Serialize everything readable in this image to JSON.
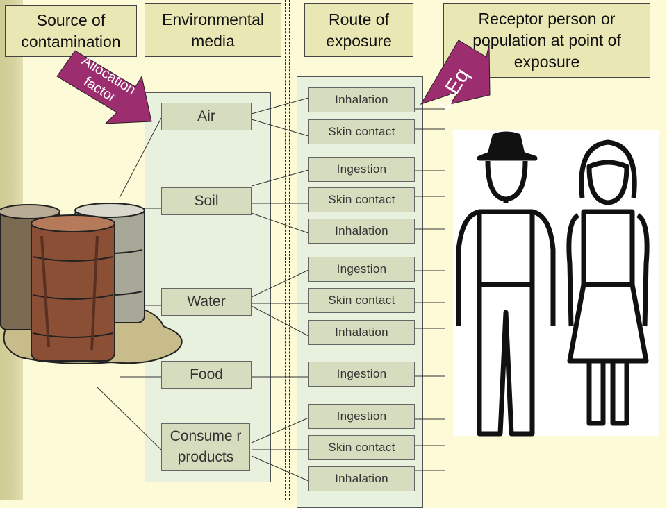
{
  "headers": {
    "source": "Source of contamination",
    "media": "Environmental media",
    "route": "Route of exposure",
    "receptor": "Receptor person or population at point of exposure"
  },
  "allocation_arrow": {
    "label": "Allocation factor"
  },
  "leq_arrow": {
    "label": "L-Eq"
  },
  "media": {
    "air": "Air",
    "soil": "Soil",
    "water": "Water",
    "food": "Food",
    "consumer_products": "Consume r products"
  },
  "routes": {
    "air_inhalation": "Inhalation",
    "air_skin": "Skin contact",
    "soil_ingestion": "Ingestion",
    "soil_skin": "Skin contact",
    "soil_inhalation": "Inhalation",
    "water_ingestion": "Ingestion",
    "water_skin": "Skin contact",
    "water_inhalation": "Inhalation",
    "food_ingestion": "Ingestion",
    "consumer_ingestion": "Ingestion",
    "consumer_skin": "Skin contact",
    "consumer_inhalation": "Inhalation"
  },
  "colors": {
    "background": "#fdfbd7",
    "header_fill": "#e9e7b3",
    "panel_fill": "#e8f1de",
    "node_fill": "#d6dcbe",
    "arrow_fill": "#9c2d6f"
  }
}
